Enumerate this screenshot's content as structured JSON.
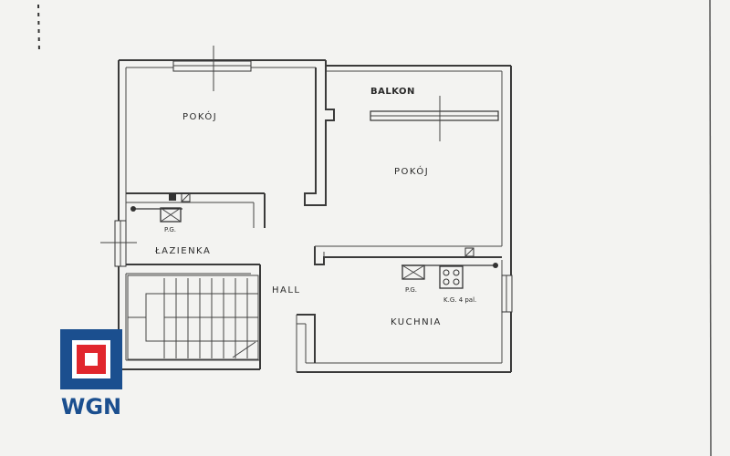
{
  "plan": {
    "rooms": {
      "pokoj_1": "POKÓJ",
      "pokoj_2": "POKÓJ",
      "balkon": "BALKON",
      "lazienka": "ŁAZIENKA",
      "hall": "HALL",
      "kuchnia": "KUCHNIA"
    },
    "fixtures": {
      "bath_pg": "P.G.",
      "kitchen_pg": "P.G.",
      "kitchen_stove": "K.G. 4 pal."
    }
  },
  "logo": {
    "text": "WGN",
    "colors": {
      "blue": "#1b4f8f",
      "red": "#e1262d",
      "white": "#ffffff"
    }
  }
}
